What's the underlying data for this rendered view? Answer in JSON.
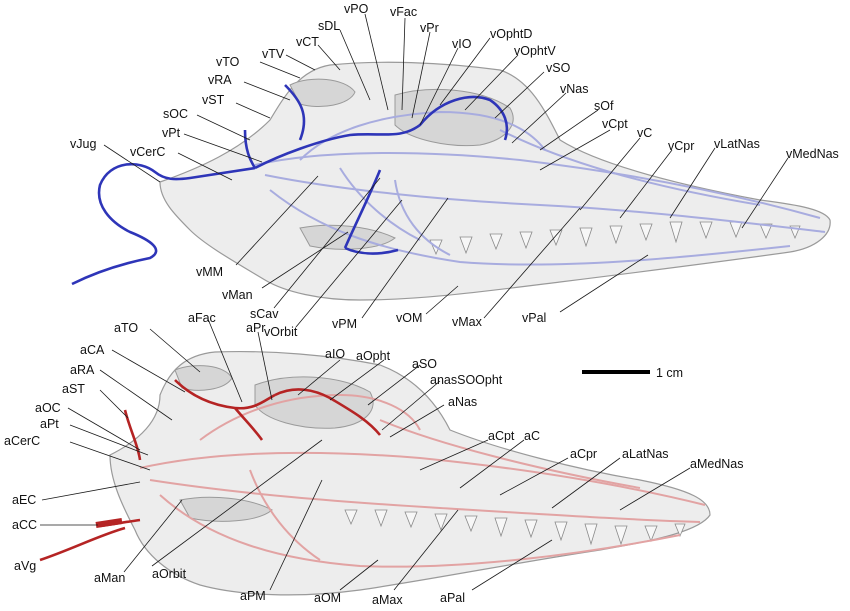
{
  "colors": {
    "venous_dark": "#2e35b8",
    "venous_light": "#a8acdf",
    "arterial_dark": "#b52424",
    "arterial_light": "#e2a3a3",
    "bone": "#ededed"
  },
  "scale_bar": {
    "label": "1 cm"
  },
  "venous_labels": [
    "vJug",
    "vCerC",
    "vPt",
    "sOC",
    "vST",
    "vRA",
    "vTO",
    "vTV",
    "vCT",
    "sDL",
    "vPO",
    "vFac",
    "vPr",
    "vIO",
    "vOphtD",
    "vOphtV",
    "vSO",
    "vNas",
    "sOf",
    "vCpt",
    "vC",
    "vCpr",
    "vLatNas",
    "vMedNas",
    "vMM",
    "vMan",
    "sCav",
    "vOrbit",
    "vPM",
    "vOM",
    "vMax",
    "vPal"
  ],
  "arterial_labels": [
    "aTO",
    "aFac",
    "aPr",
    "aCA",
    "aRA",
    "aST",
    "aOC",
    "aPt",
    "aCerC",
    "aIO",
    "aOpht",
    "aSO",
    "anasSOOpht",
    "aNas",
    "aCpt",
    "aC",
    "aCpr",
    "aLatNas",
    "aMedNas",
    "aEC",
    "aCC",
    "aVg",
    "aMan",
    "aOrbit",
    "aPM",
    "aOM",
    "aMax",
    "aPal"
  ]
}
